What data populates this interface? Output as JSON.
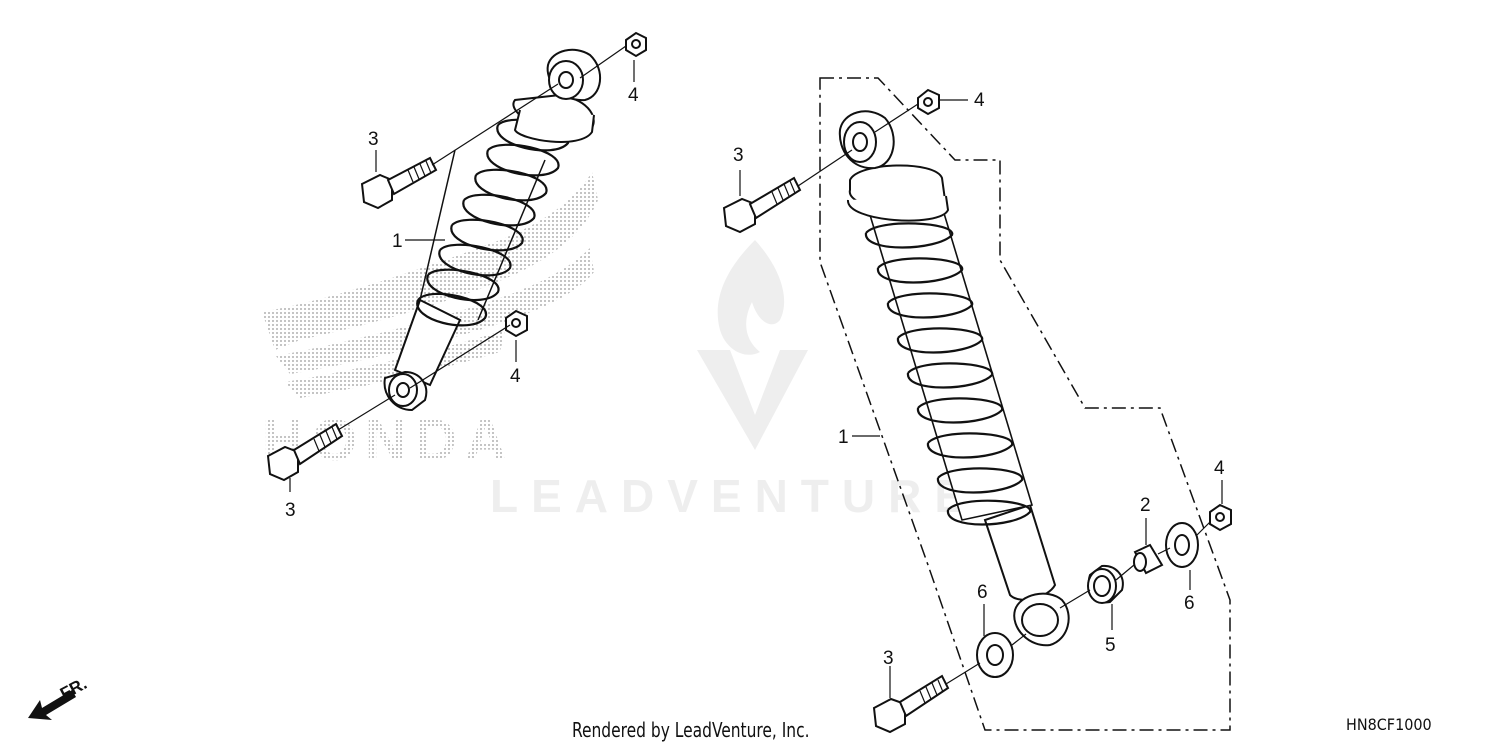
{
  "diagram": {
    "footer": "Rendered by LeadVenture, Inc.",
    "code": "HN8CF1000",
    "watermark": "LEADVENTURE",
    "brand_mark": "HONDA",
    "front_label": "FR.",
    "callouts": {
      "l_bolt_top": "3",
      "l_nut_top": "4",
      "l_shock": "1",
      "l_nut_bottom": "4",
      "l_bolt_bottom": "3",
      "r_nut_top": "4",
      "r_bolt_top": "3",
      "r_shock": "1",
      "r_collar": "2",
      "r_nut_bottom": "4",
      "r_seal_right": "6",
      "r_bearing": "5",
      "r_seal_left": "6",
      "r_bolt_bottom": "3"
    }
  }
}
